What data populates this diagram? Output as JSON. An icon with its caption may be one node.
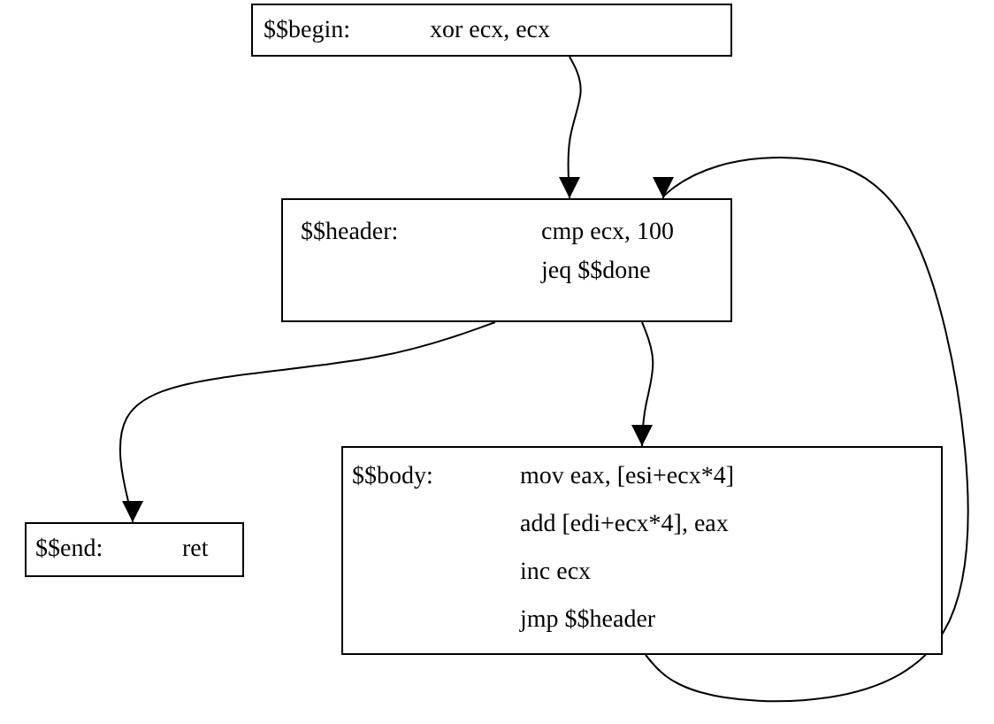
{
  "diagram": {
    "nodes": [
      {
        "text": [
          "$$begin:",
          "xor ecx, ecx"
        ]
      },
      {
        "text": [
          "$$header:",
          "cmp ecx, 100",
          "jeq $$done"
        ]
      },
      {
        "text": [
          "$$end:",
          "ret"
        ]
      },
      {
        "text": [
          "$$body:",
          "mov eax, [esi+ecx*4]",
          "add [edi+ecx*4], eax",
          "inc ecx",
          "jmp $$header"
        ]
      }
    ],
    "edges": [
      {
        "from": 0,
        "to": 1,
        "arrow": "to"
      },
      {
        "from": 1,
        "to": 2,
        "arrow": "to"
      },
      {
        "from": 1,
        "to": 3,
        "arrow": "to"
      },
      {
        "from": 3,
        "to": 1,
        "arrow": "to"
      }
    ]
  }
}
